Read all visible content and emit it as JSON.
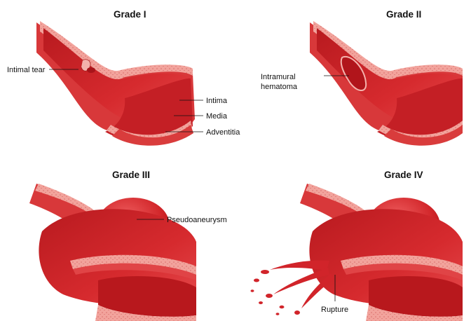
{
  "panels": [
    {
      "title": "Grade I",
      "labels": {
        "tear": "Intimal tear",
        "intima": "Intima",
        "media": "Media",
        "adventitia": "Adventitia"
      }
    },
    {
      "title": "Grade II",
      "labels": {
        "hematoma_line1": "Intramural",
        "hematoma_line2": "hematoma"
      }
    },
    {
      "title": "Grade III",
      "labels": {
        "pseudo": "Pseudoaneurysm"
      }
    },
    {
      "title": "Grade IV",
      "labels": {
        "rupture": "Rupture"
      }
    }
  ],
  "colors": {
    "blood_dark": "#a8141a",
    "blood": "#cc1f25",
    "blood_light": "#e8474a",
    "wall_pink": "#f0a09a",
    "wall_outer": "#d8383a",
    "leader": "#111111"
  }
}
